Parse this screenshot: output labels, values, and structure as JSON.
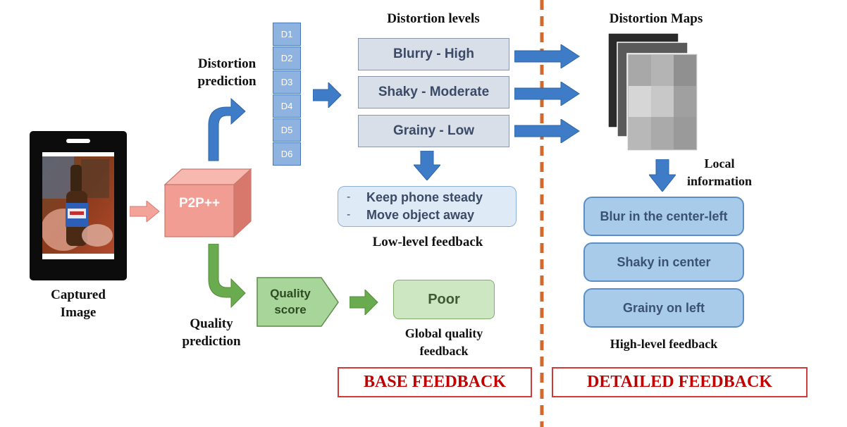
{
  "labels": {
    "captured_image": "Captured\nImage",
    "distortion_prediction": "Distortion\nprediction",
    "quality_prediction": "Quality\nprediction",
    "distortion_levels": "Distortion levels",
    "distortion_maps": "Distortion Maps",
    "low_level_feedback": "Low-level feedback",
    "global_quality_feedback": "Global quality\nfeedback",
    "local_information": "Local\ninformation",
    "high_level_feedback": "High-level feedback"
  },
  "model": {
    "name": "P2P++"
  },
  "distortion_outputs": [
    "D1",
    "D2",
    "D3",
    "D4",
    "D5",
    "D6"
  ],
  "distortion_levels": [
    "Blurry - High",
    "Shaky - Moderate",
    "Grainy - Low"
  ],
  "low_level_items": [
    "Keep phone steady",
    "Move object away"
  ],
  "quality_score_label": "Quality\nscore",
  "quality_result": "Poor",
  "high_level_items": [
    "Blur in the center-left",
    "Shaky in center",
    "Grainy on left"
  ],
  "sections": {
    "base": "BASE FEEDBACK",
    "detailed": "DETAILED FEEDBACK"
  },
  "colors": {
    "arrow_blue": "#3e7cc7",
    "arrow_green": "#6aab4f",
    "arrow_pink": "#f4a39a",
    "model_box": "#f19d93",
    "divider": "#d2692b",
    "section_red": "#c00000"
  }
}
